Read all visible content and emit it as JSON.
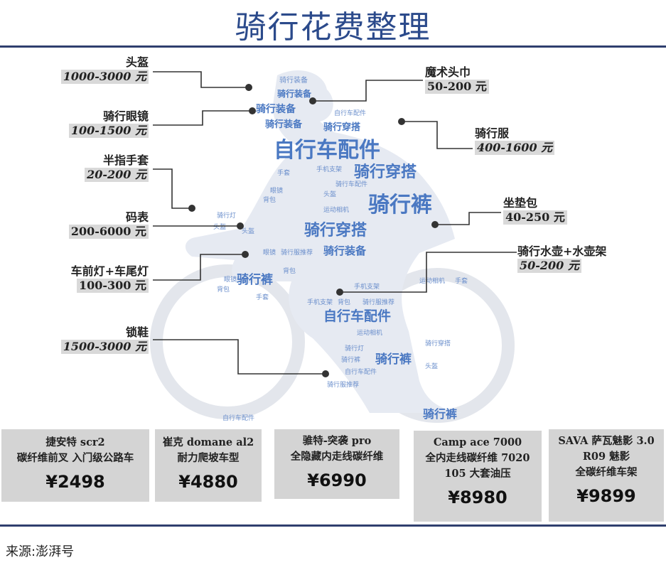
{
  "title": "骑行花费整理",
  "gear": [
    {
      "name": "头盔",
      "price": "1000-3000 元"
    },
    {
      "name": "魔术头巾",
      "price": "50-200 元"
    },
    {
      "name": "骑行眼镜",
      "price": "100-1500 元"
    },
    {
      "name": "骑行服",
      "price": "400-1600 元"
    },
    {
      "name": "半指手套",
      "price": "20-200 元"
    },
    {
      "name": "码表",
      "price": "200-6000 元"
    },
    {
      "name": "坐垫包",
      "price": "40-250 元"
    },
    {
      "name": "车前灯+车尾灯",
      "price": "100-300 元"
    },
    {
      "name": "骑行水壶+水壶架",
      "price": "50-200 元"
    },
    {
      "name": "锁鞋",
      "price": "1500-3000 元"
    }
  ],
  "word_cloud": [
    "骑行装备",
    "骑行装备",
    "骑行穿搭",
    "自行车配件",
    "骑行穿搭",
    "骑行裤",
    "骑行穿搭",
    "骑行装备",
    "骑行裤",
    "自行车配件",
    "骑行裤",
    "骑行裤",
    "手机支架",
    "运动相机",
    "骑行灯",
    "背包",
    "头盔",
    "手套",
    "眼镜",
    "自行车配件",
    "骑行服推荐"
  ],
  "bikes": [
    {
      "line1": "捷安特 scr2",
      "line2": "碳纤维前叉 入门级公路车",
      "price": "¥2498"
    },
    {
      "line1": "崔克 domane al2",
      "line2": "耐力爬坡车型",
      "price": "¥4880"
    },
    {
      "line1": "骓特-突袭 pro",
      "line2": "全隐藏内走线碳纤维",
      "price": "¥6990"
    },
    {
      "line1": "Camp ace 7000",
      "line2": "全内走线碳纤维 7020",
      "line3": "105 大套油压",
      "price": "¥8980"
    },
    {
      "line1": "SAVA 萨瓦魅影 3.0",
      "line2": "R09 魅影",
      "line3": "全碳纤维车架",
      "price": "¥9899"
    }
  ],
  "source": "来源:澎湃号",
  "colors": {
    "title": "#2b4a8b",
    "rule": "#2f3f6e",
    "cloud": "#4a78c2",
    "box": "#d4d4d4"
  }
}
